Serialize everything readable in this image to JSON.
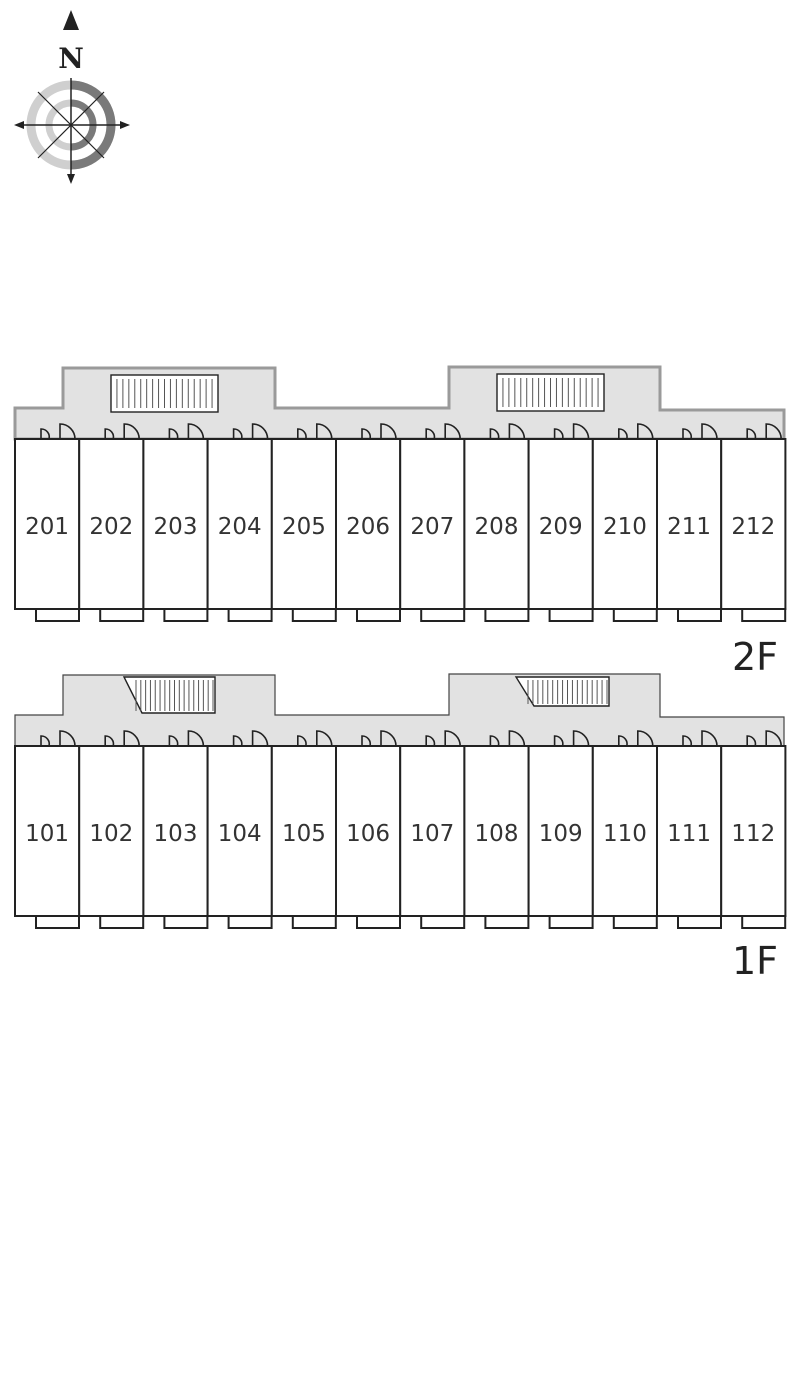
{
  "compass": {
    "label": "N"
  },
  "colors": {
    "corridor": "#e2e2e2",
    "outline": "#222222",
    "stairs": "#555555",
    "ring_dark": "#7a7a7a",
    "ring_light": "#cfcfcf"
  },
  "floors": [
    {
      "id": "2F",
      "label": "2F",
      "units": [
        "201",
        "202",
        "203",
        "204",
        "205",
        "206",
        "207",
        "208",
        "209",
        "210",
        "211",
        "212"
      ]
    },
    {
      "id": "1F",
      "label": "1F",
      "units": [
        "101",
        "102",
        "103",
        "104",
        "105",
        "106",
        "107",
        "108",
        "109",
        "110",
        "111",
        "112"
      ]
    }
  ]
}
